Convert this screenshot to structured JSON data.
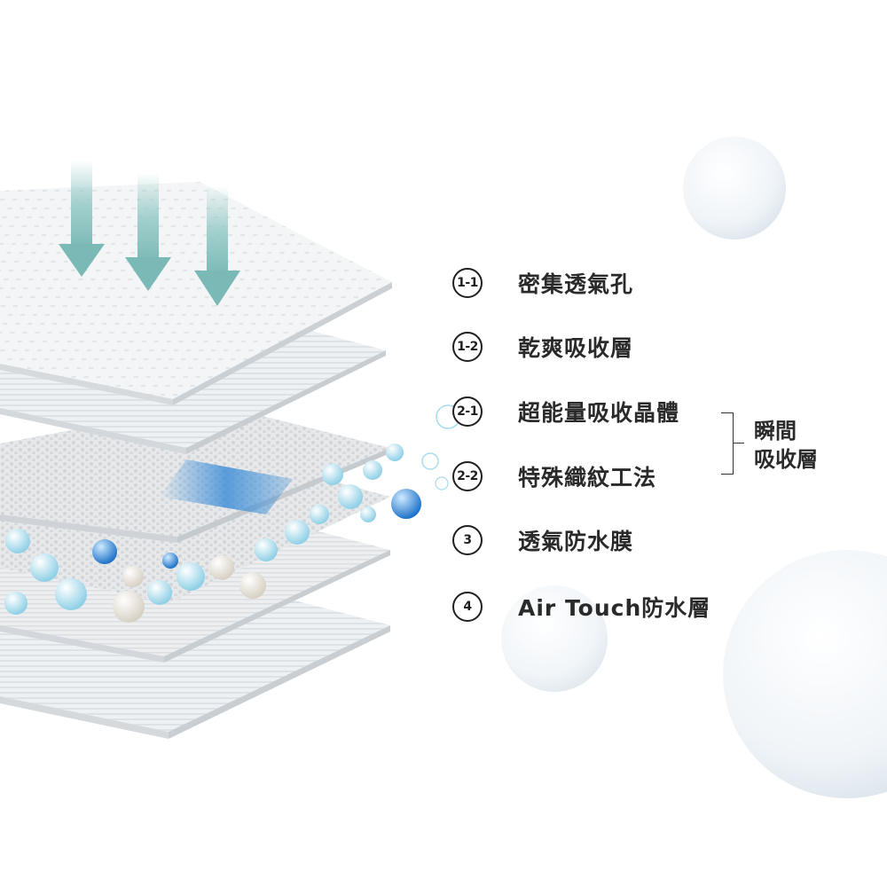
{
  "legend": [
    {
      "badge": "1-1",
      "label": "密集透氣孔"
    },
    {
      "badge": "1-2",
      "label": "乾爽吸收層"
    },
    {
      "badge": "2-1",
      "label": "超能量吸收晶體"
    },
    {
      "badge": "2-2",
      "label": "特殊織紋工法"
    },
    {
      "badge": "3",
      "label": "透氣防水膜"
    },
    {
      "badge": "4",
      "label": "Air Touch防水層"
    }
  ],
  "group": {
    "line1": "瞬間",
    "line2": "吸收層"
  },
  "colors": {
    "arrow": "#8fc7c3",
    "absorb_blue": "#2e86d6",
    "bead_light": "#a9dcec",
    "layer_white": "#f4f6f7"
  }
}
